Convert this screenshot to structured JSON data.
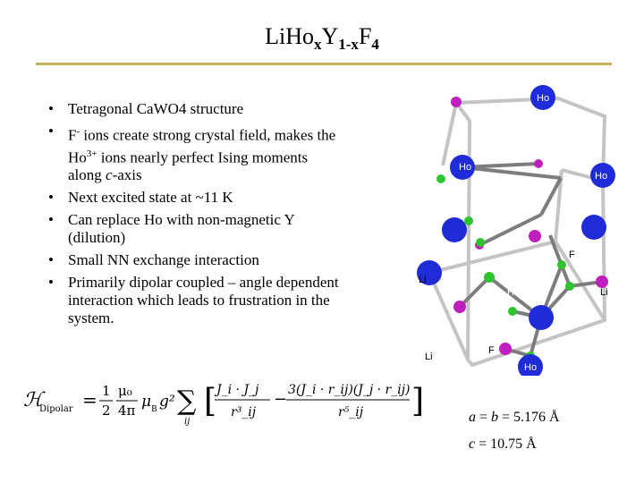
{
  "title": {
    "base": "Li",
    "ho": "Ho",
    "x": "x",
    "y": "Y",
    "sub": "1-x",
    "f": "F",
    "four": "4"
  },
  "bullets": [
    {
      "line1": "Tetragonal CaWO4 structure"
    },
    {
      "pre": "F",
      "sup": "-",
      "post": " ions create strong crystal field, makes the",
      "pre2": "Ho",
      "sup2": "3+",
      "post2": " ions nearly perfect Ising moments",
      "line3a": "along ",
      "line3i": "c",
      "line3b": "-axis"
    },
    {
      "line1": "Next excited state at ~11 K"
    },
    {
      "line1": "Can replace Ho with non-magnetic Y",
      "line2": "(dilution)"
    },
    {
      "line1": "Small NN exchange interaction"
    },
    {
      "line1": "Primarily dipolar coupled – angle dependent",
      "line2": "interaction which leads to frustration in the",
      "line3": "system."
    }
  ],
  "formula": {
    "lhs": "ℋ",
    "lhs_sub": "Dipolar",
    "eq": "=",
    "c1_num": "1",
    "c1_den": "2",
    "c2_num": "μ₀",
    "c2_den": "4π",
    "mu": "μ",
    "mu_sub": "B",
    "g": "g²",
    "sum": "∑",
    "sum_sub": "ij",
    "t1_num": "J_i · J_j",
    "t1_den": "r³_ij",
    "minus": "−",
    "t2_num": "3(J_i · r_ij)(J_j · r_ij)",
    "t2_den": "r⁵_ij"
  },
  "lattice": {
    "labels": {
      "ho": "Ho",
      "f": "F",
      "li": "Li"
    },
    "colors": {
      "ho": "#1e2bd6",
      "li": "#c01fc0",
      "f": "#2ec42e",
      "bond": "#7d7d7d"
    }
  },
  "constants": {
    "a": "a",
    "eq1": " = ",
    "b": "b",
    "val1": " = 5.176 Å",
    "c": "c",
    "val2": " = 10.75 Å"
  }
}
